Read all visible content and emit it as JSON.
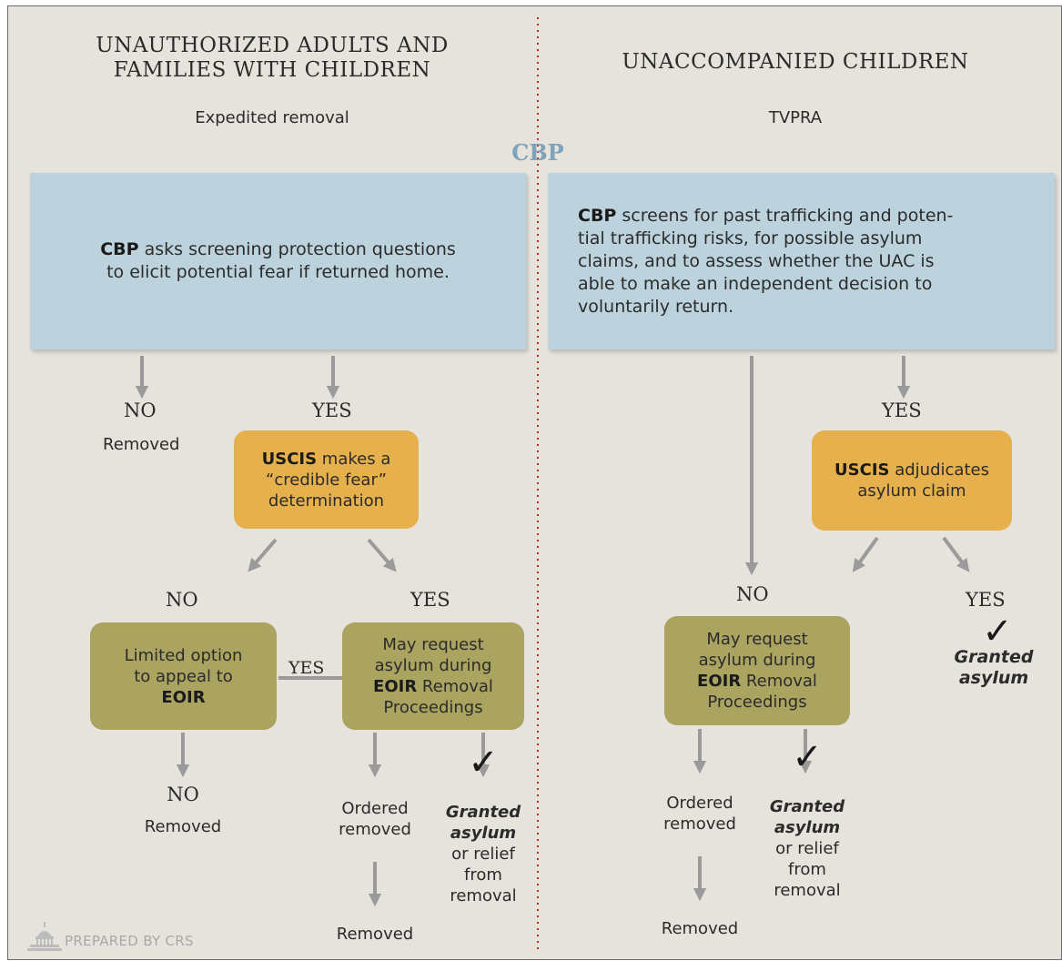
{
  "left": {
    "heading_line1": "UNAUTHORIZED ADULTS AND",
    "heading_line2": "FAMILIES WITH CHILDREN",
    "subheading": "Expedited removal",
    "screen_box": {
      "agency": "CBP",
      "text_line1": " asks screening protection questions",
      "text_line2": "to elicit potential fear if returned home."
    },
    "no1": "NO",
    "removed1": "Removed",
    "yes1": "YES",
    "uscis_box": {
      "agency": "USCIS",
      "line1": " makes a",
      "line2": "“credible fear”",
      "line3": "determination"
    },
    "no2": "NO",
    "yes2": "YES",
    "appeal_box": {
      "line1": "Limited option",
      "line2": "to appeal to",
      "agency": "EOIR"
    },
    "yes_connector": "YES",
    "request_box": {
      "line1": "May request",
      "line2": "asylum during",
      "agency": "EOIR",
      "line3_rest": " Removal",
      "line4": "Proceedings"
    },
    "no3": "NO",
    "removed3": "Removed",
    "ordered_line1": "Ordered",
    "ordered_line2": "removed",
    "removed_final": "Removed",
    "granted_line1": "Granted",
    "granted_line2": "asylum",
    "relief_line1": "or relief",
    "relief_line2": "from",
    "relief_line3": "removal",
    "check": "✓"
  },
  "right": {
    "heading": "UNACCOMPANIED CHILDREN",
    "subheading": "TVPRA",
    "screen_box": {
      "agency": "CBP",
      "line1_rest": " screens for past trafficking and poten-",
      "line2": "tial trafficking risks, for possible asylum",
      "line3": "claims, and to assess whether the UAC is",
      "line4": "able to make an independent decision to",
      "line5": "voluntarily return."
    },
    "yes1": "YES",
    "uscis_box": {
      "agency": "USCIS",
      "line1_rest": " adjudicates",
      "line2": "asylum claim"
    },
    "no2": "NO",
    "yes2": "YES",
    "granted_top_line1": "Granted",
    "granted_top_line2": "asylum",
    "request_box": {
      "line1": "May request",
      "line2": "asylum during",
      "agency": "EOIR",
      "line3_rest": " Removal",
      "line4": "Proceedings"
    },
    "ordered_line1": "Ordered",
    "ordered_line2": "removed",
    "removed_final": "Removed",
    "granted_line1": "Granted",
    "granted_line2": "asylum",
    "relief_line1": "or relief",
    "relief_line2": "from",
    "relief_line3": "removal",
    "check": "✓"
  },
  "center_label": "CBP",
  "footer": "PREPARED BY CRS",
  "colors": {
    "background": "#e5e3dc",
    "blue_box": "#bcd3de",
    "gold_box": "#e6b04c",
    "olive_box": "#aba360",
    "arrow": "#9a9a9a",
    "divider": "#b03030",
    "cbp_label": "#7fa3bb"
  }
}
